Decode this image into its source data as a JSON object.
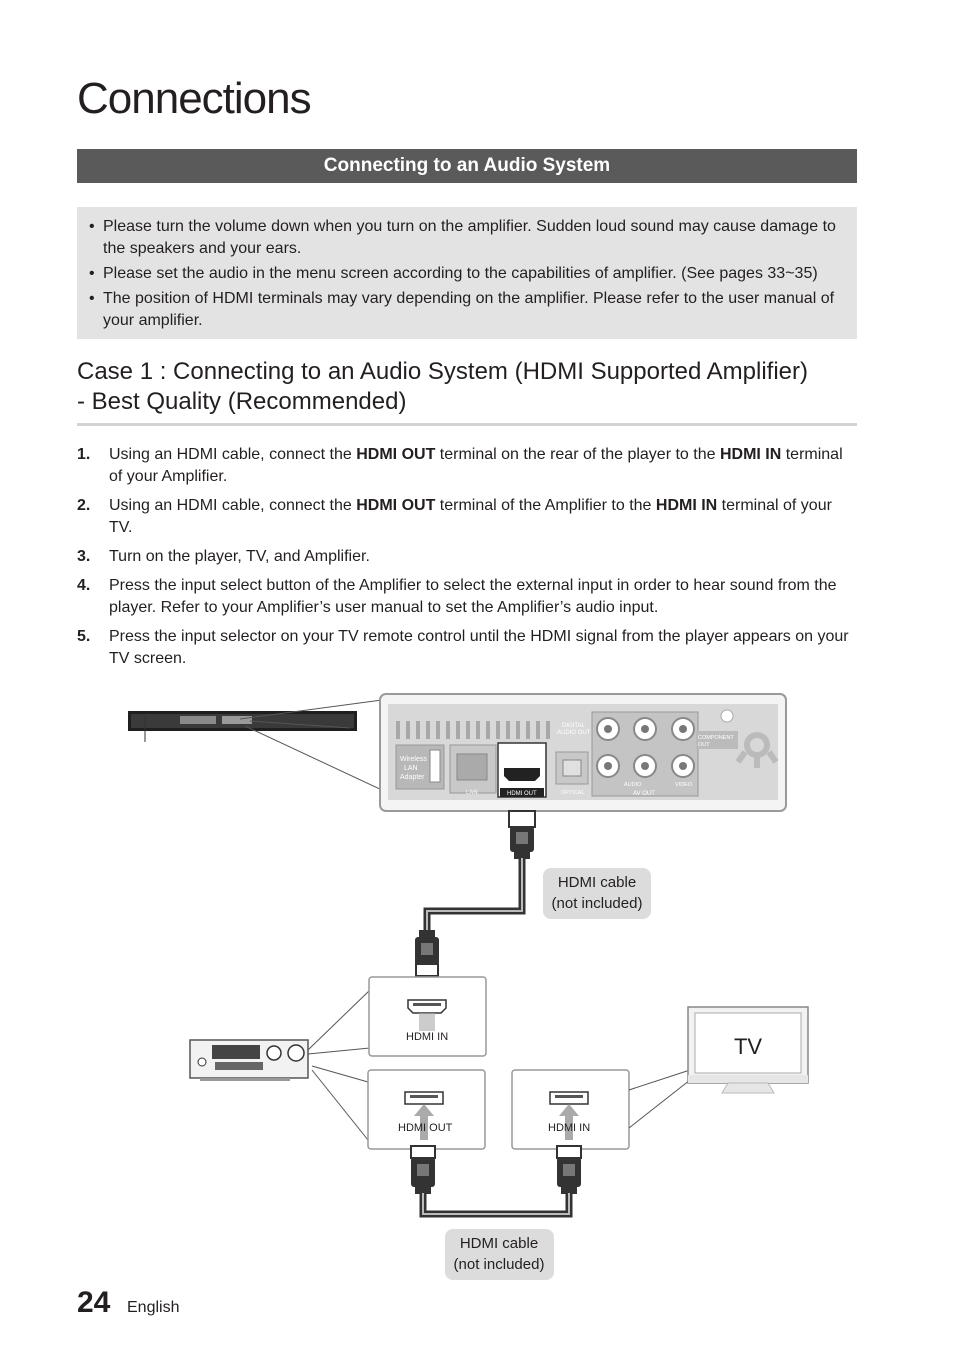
{
  "page": {
    "title": "Connections",
    "section_heading": "Connecting to an Audio System",
    "page_number": "24",
    "language": "English"
  },
  "notes": [
    "Please turn the volume down when you turn on the amplifier. Sudden loud sound may cause damage to the speakers and your ears.",
    "Please set the audio in the menu screen according to the capabilities of amplifier. (See pages 33~35)",
    "The position of HDMI terminals may vary depending on the amplifier. Please refer to the user manual of your amplifier."
  ],
  "case": {
    "title_line1": "Case 1 : Connecting to an Audio System (HDMI Supported Amplifier)",
    "title_line2": "- Best Quality (Recommended)"
  },
  "steps": [
    {
      "num": "1.",
      "parts": [
        "Using an HDMI cable, connect the ",
        "HDMI OUT",
        " terminal on the rear of the player to the ",
        "HDMI IN",
        " terminal of your Amplifier."
      ]
    },
    {
      "num": "2.",
      "parts": [
        "Using an HDMI cable, connect the ",
        "HDMI OUT",
        " terminal of the Amplifier to the ",
        "HDMI IN",
        " terminal of your TV."
      ]
    },
    {
      "num": "3.",
      "parts": [
        "Turn on the player, TV, and Amplifier."
      ]
    },
    {
      "num": "4.",
      "parts": [
        "Press the input select button of the Amplifier to select the external input in order to hear sound from the player. Refer to your Amplifier’s user manual to set the Amplifier’s audio input."
      ]
    },
    {
      "num": "5.",
      "parts": [
        "Press the input selector on your TV remote control until the HDMI signal from the player appears on your TV screen."
      ]
    }
  ],
  "diagram": {
    "panel_labels": {
      "wireless_line1": "Wireless",
      "wireless_line2": "LAN",
      "wireless_line3": "Adapter",
      "lan": "LAN",
      "hdmi_out": "HDMI OUT",
      "digital_line1": "DIGITAL",
      "digital_line2": "AUDIO OUT",
      "optical": "OPTICAL",
      "component_line1": "COMPONENT",
      "component_line2": "OUT",
      "audio": "AUDIO",
      "video": "VIDEO",
      "av_out": "AV OUT"
    },
    "amp_hdmi_in_label": "HDMI IN",
    "amp_hdmi_out_label": "HDMI OUT",
    "tv_hdmi_in_label": "HDMI IN",
    "tv_label": "TV",
    "cable_callout_1": {
      "line1": "HDMI cable",
      "line2": "(not included)"
    },
    "cable_callout_2": {
      "line1": "HDMI cable",
      "line2": "(not included)"
    }
  }
}
